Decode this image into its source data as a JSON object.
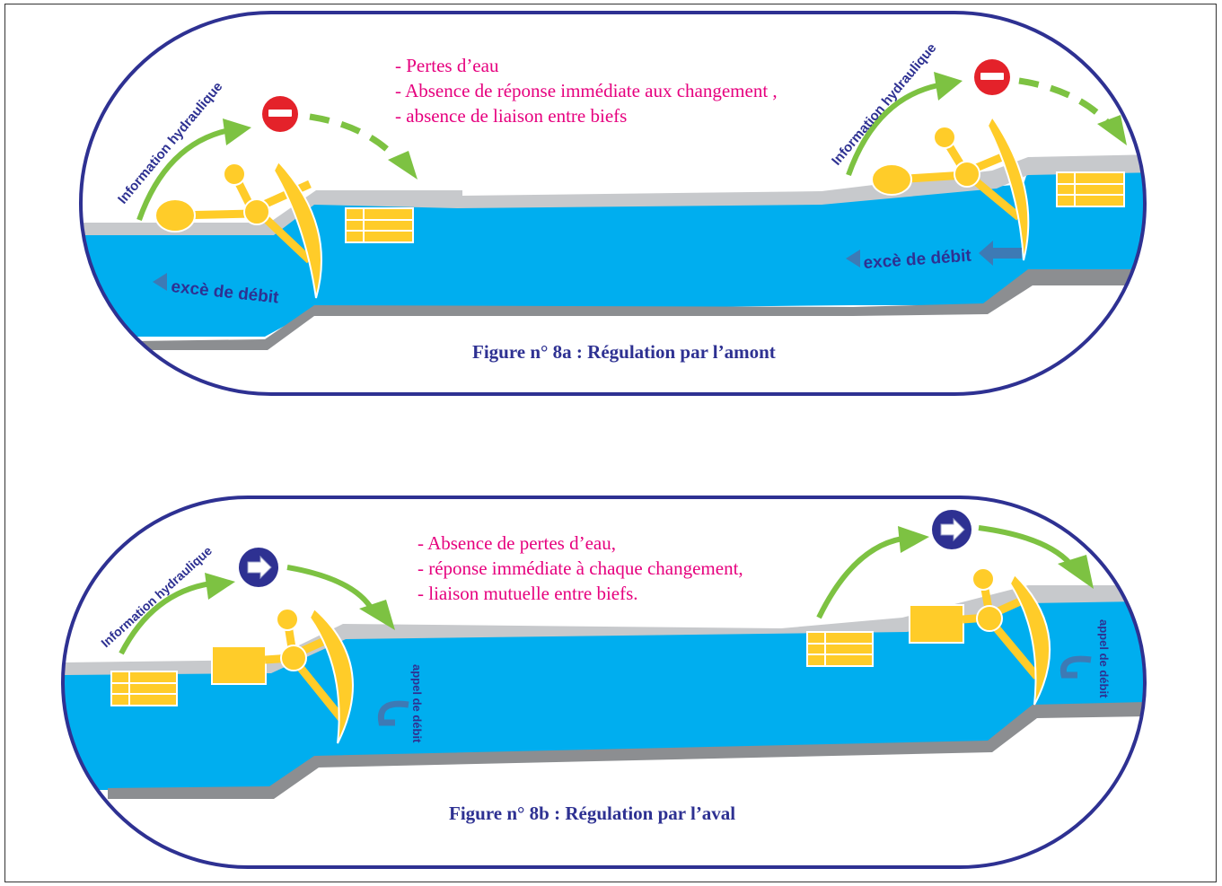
{
  "colors": {
    "outline": "#2e3192",
    "water": "#00aeef",
    "bank": "#8c8e91",
    "bank_light": "#c7c9cc",
    "gate": "#ffcc29",
    "gate_edge": "#ffffff",
    "arrow": "#7dc242",
    "stop": "#e4222a",
    "go": "#2e3192",
    "note_text": "#e6007e",
    "caption_text": "#2e3192",
    "label_text": "#2e3192",
    "flow_arrow": "#3d7ab5"
  },
  "figure_a": {
    "caption": "Figure n° 8a : Régulation par l’amont",
    "notes": [
      "- Pertes d’eau",
      "- Absence de réponse immédiate aux changement ,",
      "- absence de liaison entre biefs"
    ],
    "info_label_left": "Information hydraulique",
    "info_label_right": "Information hydraulique",
    "excess_label_left": "excè de débit",
    "excess_label_right": "excè de débit",
    "signal_icon": "no-entry-icon"
  },
  "figure_b": {
    "caption": "Figure n° 8b : Régulation par l’aval",
    "notes": [
      "- Absence de pertes d’eau,",
      "- réponse immédiate à chaque changement,",
      "- liaison mutuelle entre biefs."
    ],
    "info_label_left": "Information hydraulique",
    "flow_label_left": "appel de débit",
    "flow_label_right": "appel de débit",
    "signal_icon": "right-arrow-icon"
  }
}
